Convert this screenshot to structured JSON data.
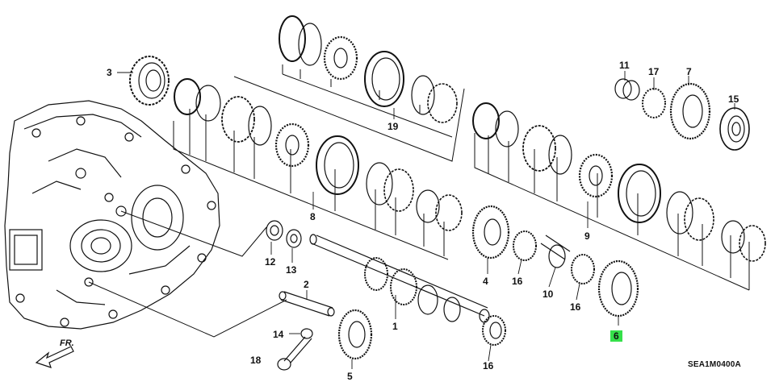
{
  "callouts": [
    {
      "key": "p3",
      "text": "3"
    },
    {
      "key": "p19",
      "text": "19"
    },
    {
      "key": "p8",
      "text": "8"
    },
    {
      "key": "p9",
      "text": "9"
    },
    {
      "key": "p11",
      "text": "11"
    },
    {
      "key": "p17",
      "text": "17"
    },
    {
      "key": "p7",
      "text": "7"
    },
    {
      "key": "p15",
      "text": "15"
    },
    {
      "key": "p12",
      "text": "12"
    },
    {
      "key": "p13",
      "text": "13"
    },
    {
      "key": "p2",
      "text": "2"
    },
    {
      "key": "p1",
      "text": "1"
    },
    {
      "key": "p14",
      "text": "14"
    },
    {
      "key": "p18",
      "text": "18"
    },
    {
      "key": "p5",
      "text": "5"
    },
    {
      "key": "p16a",
      "text": "16"
    },
    {
      "key": "p4",
      "text": "4"
    },
    {
      "key": "p16b",
      "text": "16"
    },
    {
      "key": "p10",
      "text": "10"
    },
    {
      "key": "p16c",
      "text": "16"
    },
    {
      "key": "p6",
      "text": "6",
      "highlight": "#35e04a"
    }
  ],
  "diagram_code": "SEA1M0400A",
  "direction_label": "FR."
}
